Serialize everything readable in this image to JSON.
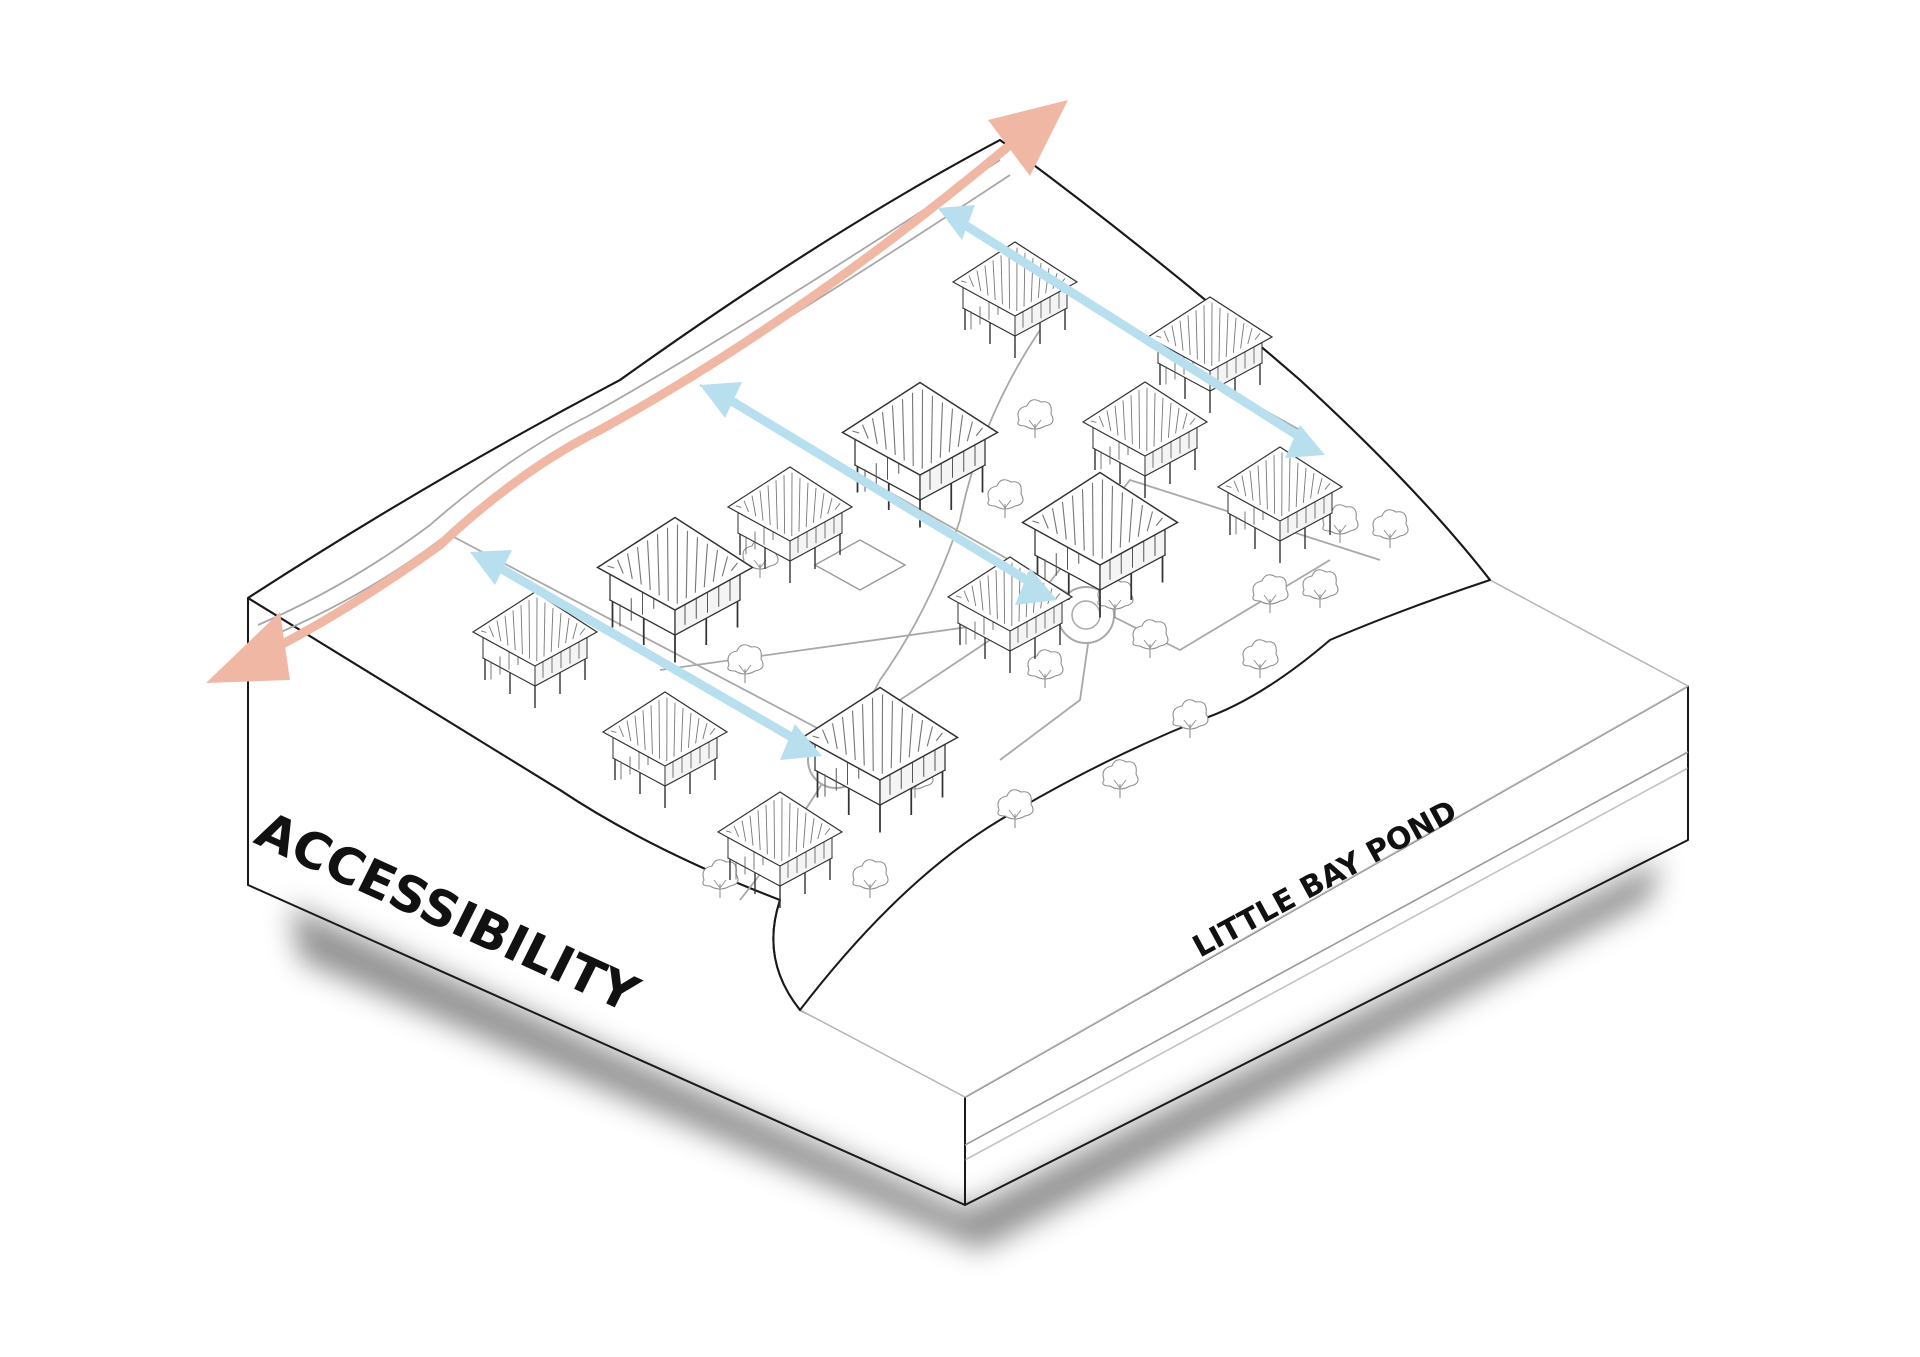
{
  "labels": {
    "title": "ACCESSIBILITY",
    "water_body": "LITTLE BAY POND"
  },
  "colors": {
    "road_arrow": "#f0b8a4",
    "path_arrow": "#b8dfee",
    "terrain": "#f3f3f3",
    "block_side": "#ffffff",
    "outline": "#1a1a1a",
    "shadow": "#8c8c8c"
  },
  "icons": {
    "road_arrow": "double-headed-arrow",
    "path_arrows": "double-headed-arrow",
    "cabins": "pavilion-cabin",
    "trees": "tree-outline",
    "roundabouts": "circle"
  }
}
